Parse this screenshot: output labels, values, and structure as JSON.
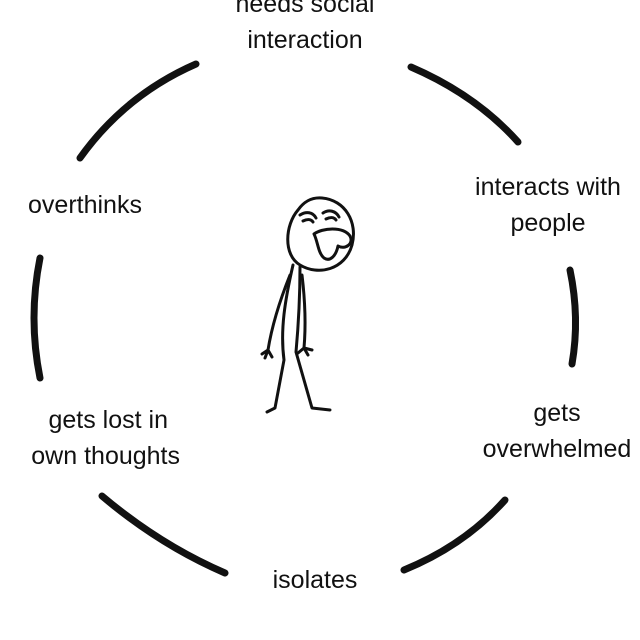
{
  "cycle": {
    "steps": [
      {
        "line1": "needs social",
        "line2": "interaction"
      },
      {
        "line1": "interacts with",
        "line2": "people"
      },
      {
        "line1": "gets",
        "line2": "overwhelmed"
      },
      {
        "line1": "isolates",
        "line2": ""
      },
      {
        "line1": "gets lost in",
        "line2": "own thoughts"
      },
      {
        "line1": "overthinks",
        "line2": ""
      }
    ]
  },
  "colors": {
    "ink": "#111111",
    "background": "#ffffff"
  },
  "icons": {
    "figure": "stick-figure-icon"
  }
}
